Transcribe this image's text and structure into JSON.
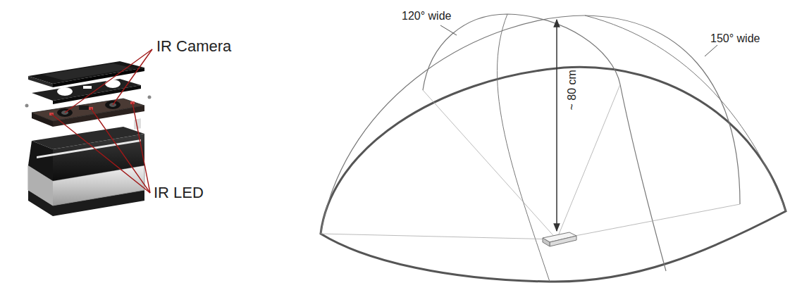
{
  "diagram": {
    "labels": [
      "IR Camera",
      "IR LED",
      "120° wide",
      "150° wide",
      "~ 80 cm"
    ]
  }
}
